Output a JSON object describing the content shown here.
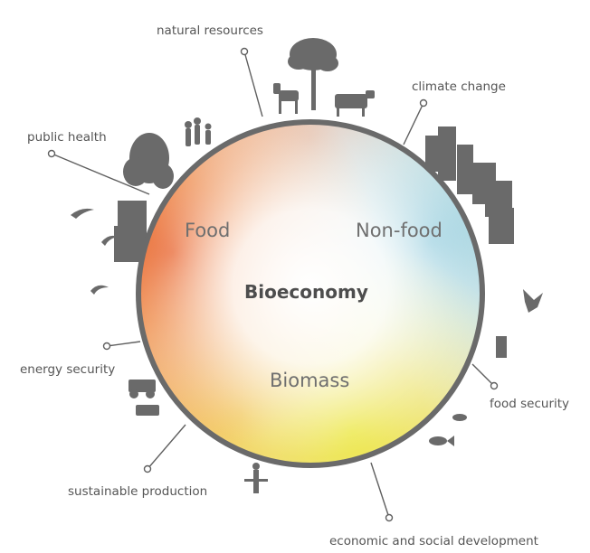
{
  "diagram": {
    "center_label": "Bioeconomy",
    "sectors": {
      "food": "Food",
      "non_food": "Non-food",
      "biomass": "Biomass"
    },
    "themes": {
      "natural_resources": "natural resources",
      "climate_change": "climate change",
      "public_health": "public health",
      "energy_security": "energy security",
      "food_security": "food security",
      "sustainable_production": "sustainable production",
      "economic_social_development": "economic and social development"
    }
  },
  "colors": {
    "food": "#e8622c",
    "non_food": "#9fd3e3",
    "biomass": "#ece84a",
    "ring": "#6a6a6a",
    "silhouettes": "#6a6a6a"
  },
  "icons": [
    "tree-icon",
    "goat-icon",
    "cow-icon",
    "people-icon",
    "bush-icon",
    "city-skyline-icon",
    "bird-icon",
    "bird-flock-icon",
    "farmer-icon",
    "harvester-icon",
    "fish-icon"
  ]
}
